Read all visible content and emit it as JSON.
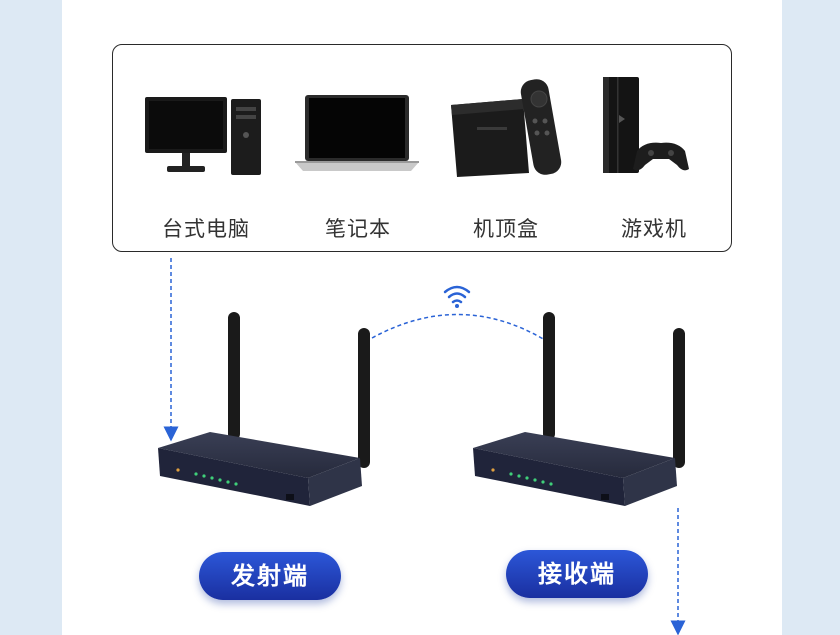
{
  "devices": [
    {
      "label": "台式电脑",
      "icon": "desktop-computer-icon"
    },
    {
      "label": "笔记本",
      "icon": "laptop-icon"
    },
    {
      "label": "机顶盒",
      "icon": "set-top-box-icon"
    },
    {
      "label": "游戏机",
      "icon": "game-console-icon"
    }
  ],
  "transmitter": {
    "label": "发射端"
  },
  "receiver": {
    "label": "接收端"
  },
  "colors": {
    "accent": "#2a46c9",
    "arrow": "#2a63d6",
    "background": "#dde9f4"
  }
}
